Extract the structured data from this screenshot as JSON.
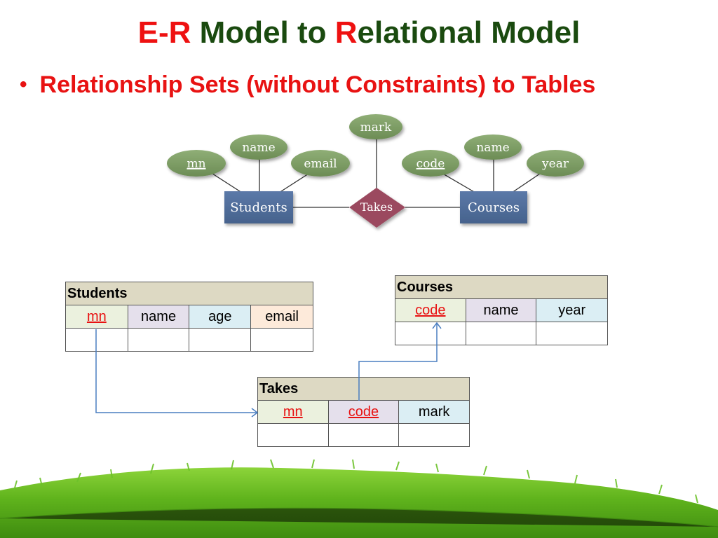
{
  "slide": {
    "title_parts": [
      "E",
      "-",
      "R",
      " Model to ",
      "R",
      "elational Model"
    ],
    "bullet": "Relationship Sets (without Constraints) to Tables"
  },
  "er_diagram": {
    "entity_students": "Students",
    "entity_courses": "Courses",
    "relationship": "Takes",
    "attr_mn": "mn",
    "attr_student_name": "name",
    "attr_email": "email",
    "attr_mark": "mark",
    "attr_code": "code",
    "attr_course_name": "name",
    "attr_year": "year"
  },
  "tables": {
    "students": {
      "name": "Students",
      "columns": [
        "mn",
        "name",
        "age",
        "email"
      ]
    },
    "courses": {
      "name": "Courses",
      "columns": [
        "code",
        "name",
        "year"
      ]
    },
    "takes": {
      "name": "Takes",
      "columns": [
        "mn",
        "code",
        "mark"
      ]
    }
  },
  "colors": {
    "title_green": "#1a4a0f",
    "accent_red": "#e81212",
    "entity_blue": "#4f6d9a",
    "relationship_maroon": "#9b4a5e",
    "attribute_green": "#7b9a62",
    "table_header": "#ddd9c3",
    "arrow_blue": "#4a7ec0"
  }
}
